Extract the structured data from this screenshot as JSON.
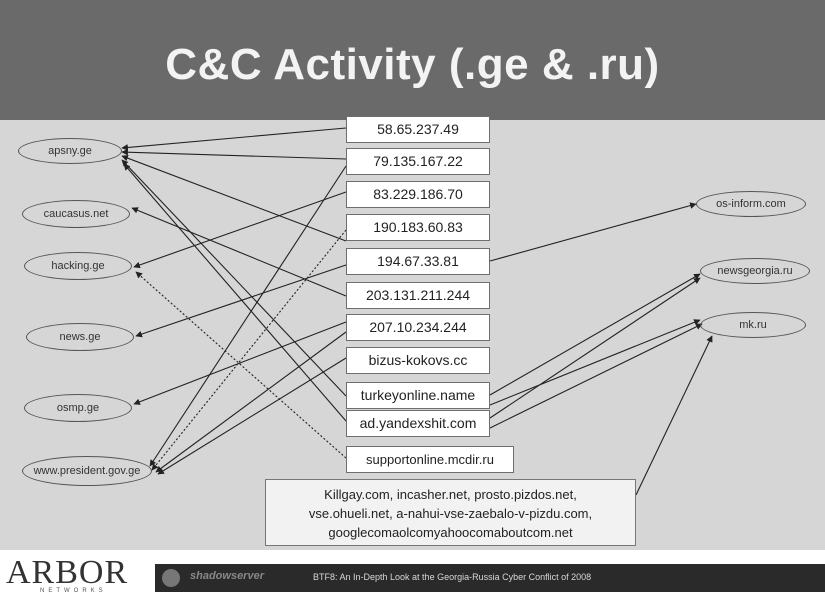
{
  "title": "C&C Activity (.ge & .ru)",
  "ips": [
    "58.65.237.49",
    "79.135.167.22",
    "83.229.186.70",
    "190.183.60.83",
    "194.67.33.81",
    "203.131.211.244",
    "207.10.234.244",
    "bizus-kokovs.cc",
    "turkeyonline.name",
    "ad.yandexshit.com",
    "supportonline.mcdir.ru"
  ],
  "domains_left": [
    "apsny.ge",
    "caucasus.net",
    "hacking.ge",
    "news.ge",
    "osmp.ge",
    "www.president.gov.ge"
  ],
  "domains_right": [
    "os-inform.com",
    "newsgeorgia.ru",
    "mk.ru"
  ],
  "summary": {
    "line1": "Killgay.com, incasher.net, prosto.pizdos.net,",
    "line2": "vse.ohueli.net, a-nahui-vse-zaebalo-v-pizdu.com,",
    "line3": "googlecomaolcomyahoocomaboutcom.net"
  },
  "footer": {
    "arbor": "ARBOR",
    "networks": "NETWORKS",
    "shadowserver": "shadowserver",
    "subtitle": "BTF8: An In-Depth Look at the Georgia-Russia Cyber Conflict of 2008"
  }
}
